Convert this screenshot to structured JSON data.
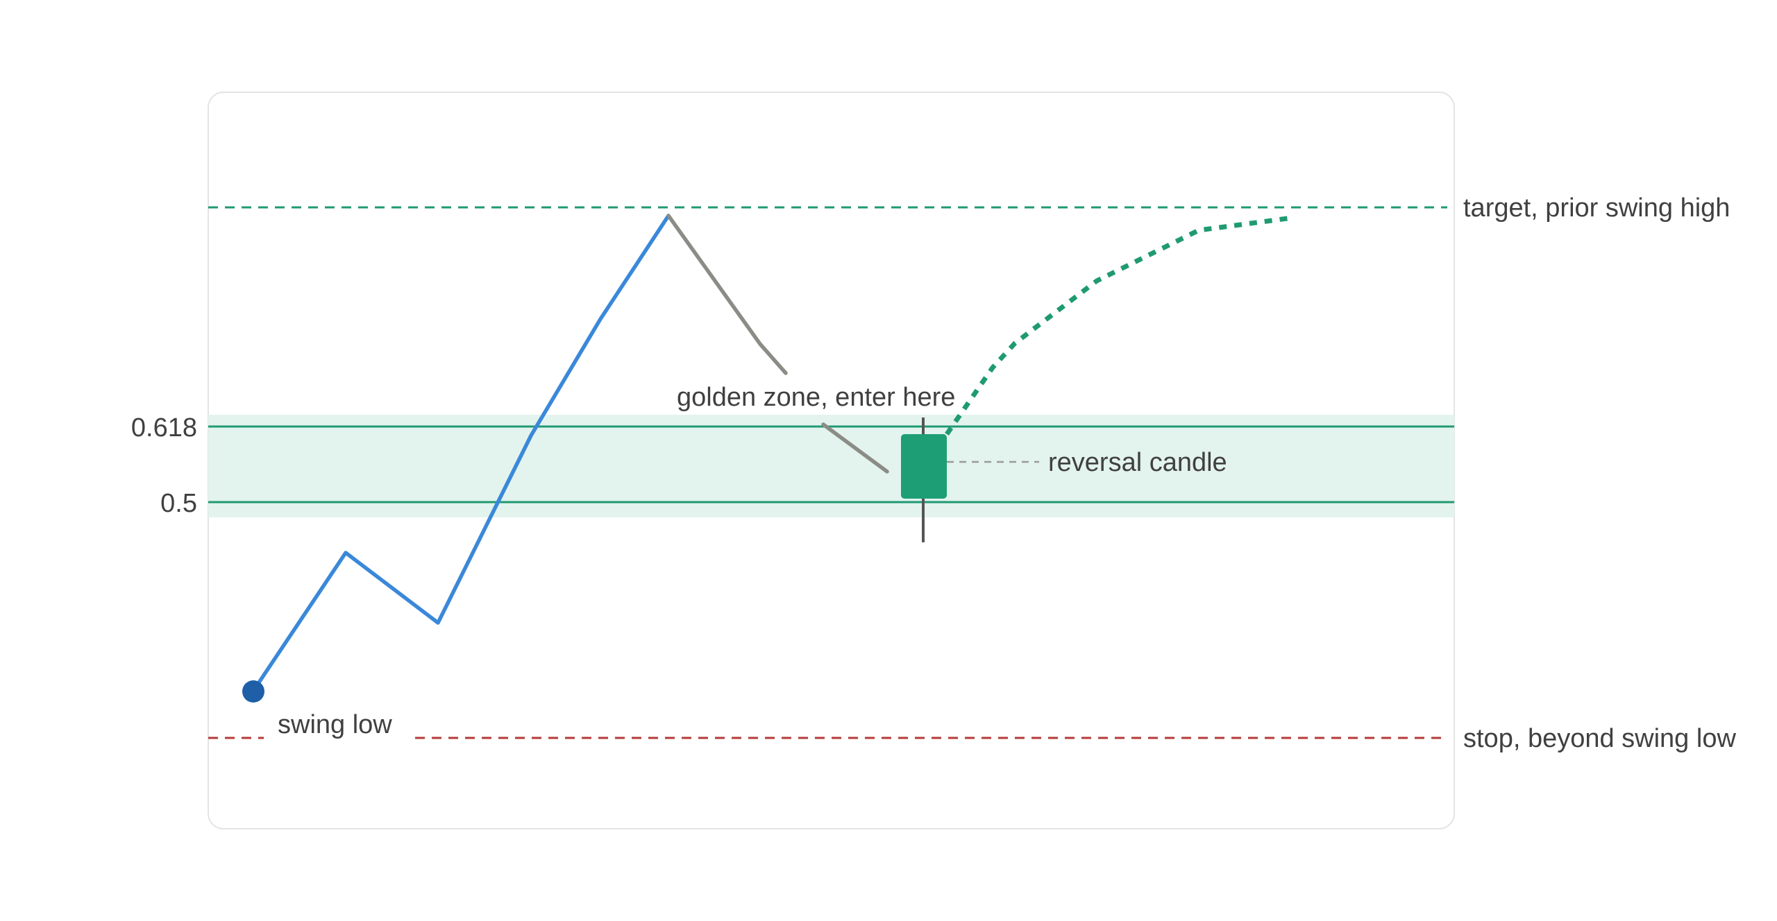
{
  "labels": {
    "target": "target, prior swing high",
    "stop": "stop, beyond swing low",
    "level_618": "0.618",
    "level_50": "0.5",
    "golden_zone": "golden zone, enter here",
    "reversal": "reversal candle",
    "swing_low": "swing low"
  },
  "colors": {
    "up_path": "#3a88d9",
    "pullback_path": "#8c8c86",
    "projection_path": "#1f9a72",
    "zone_fill": "#e3f3ee",
    "zone_line": "#1f9a72",
    "target_line": "#1f9a72",
    "stop_line": "#b53a3a",
    "candle_body": "#1d9e74",
    "candle_wick": "#555555",
    "swing_low_marker": "#1e5fa8",
    "panel_border": "#e4e4e4"
  }
}
